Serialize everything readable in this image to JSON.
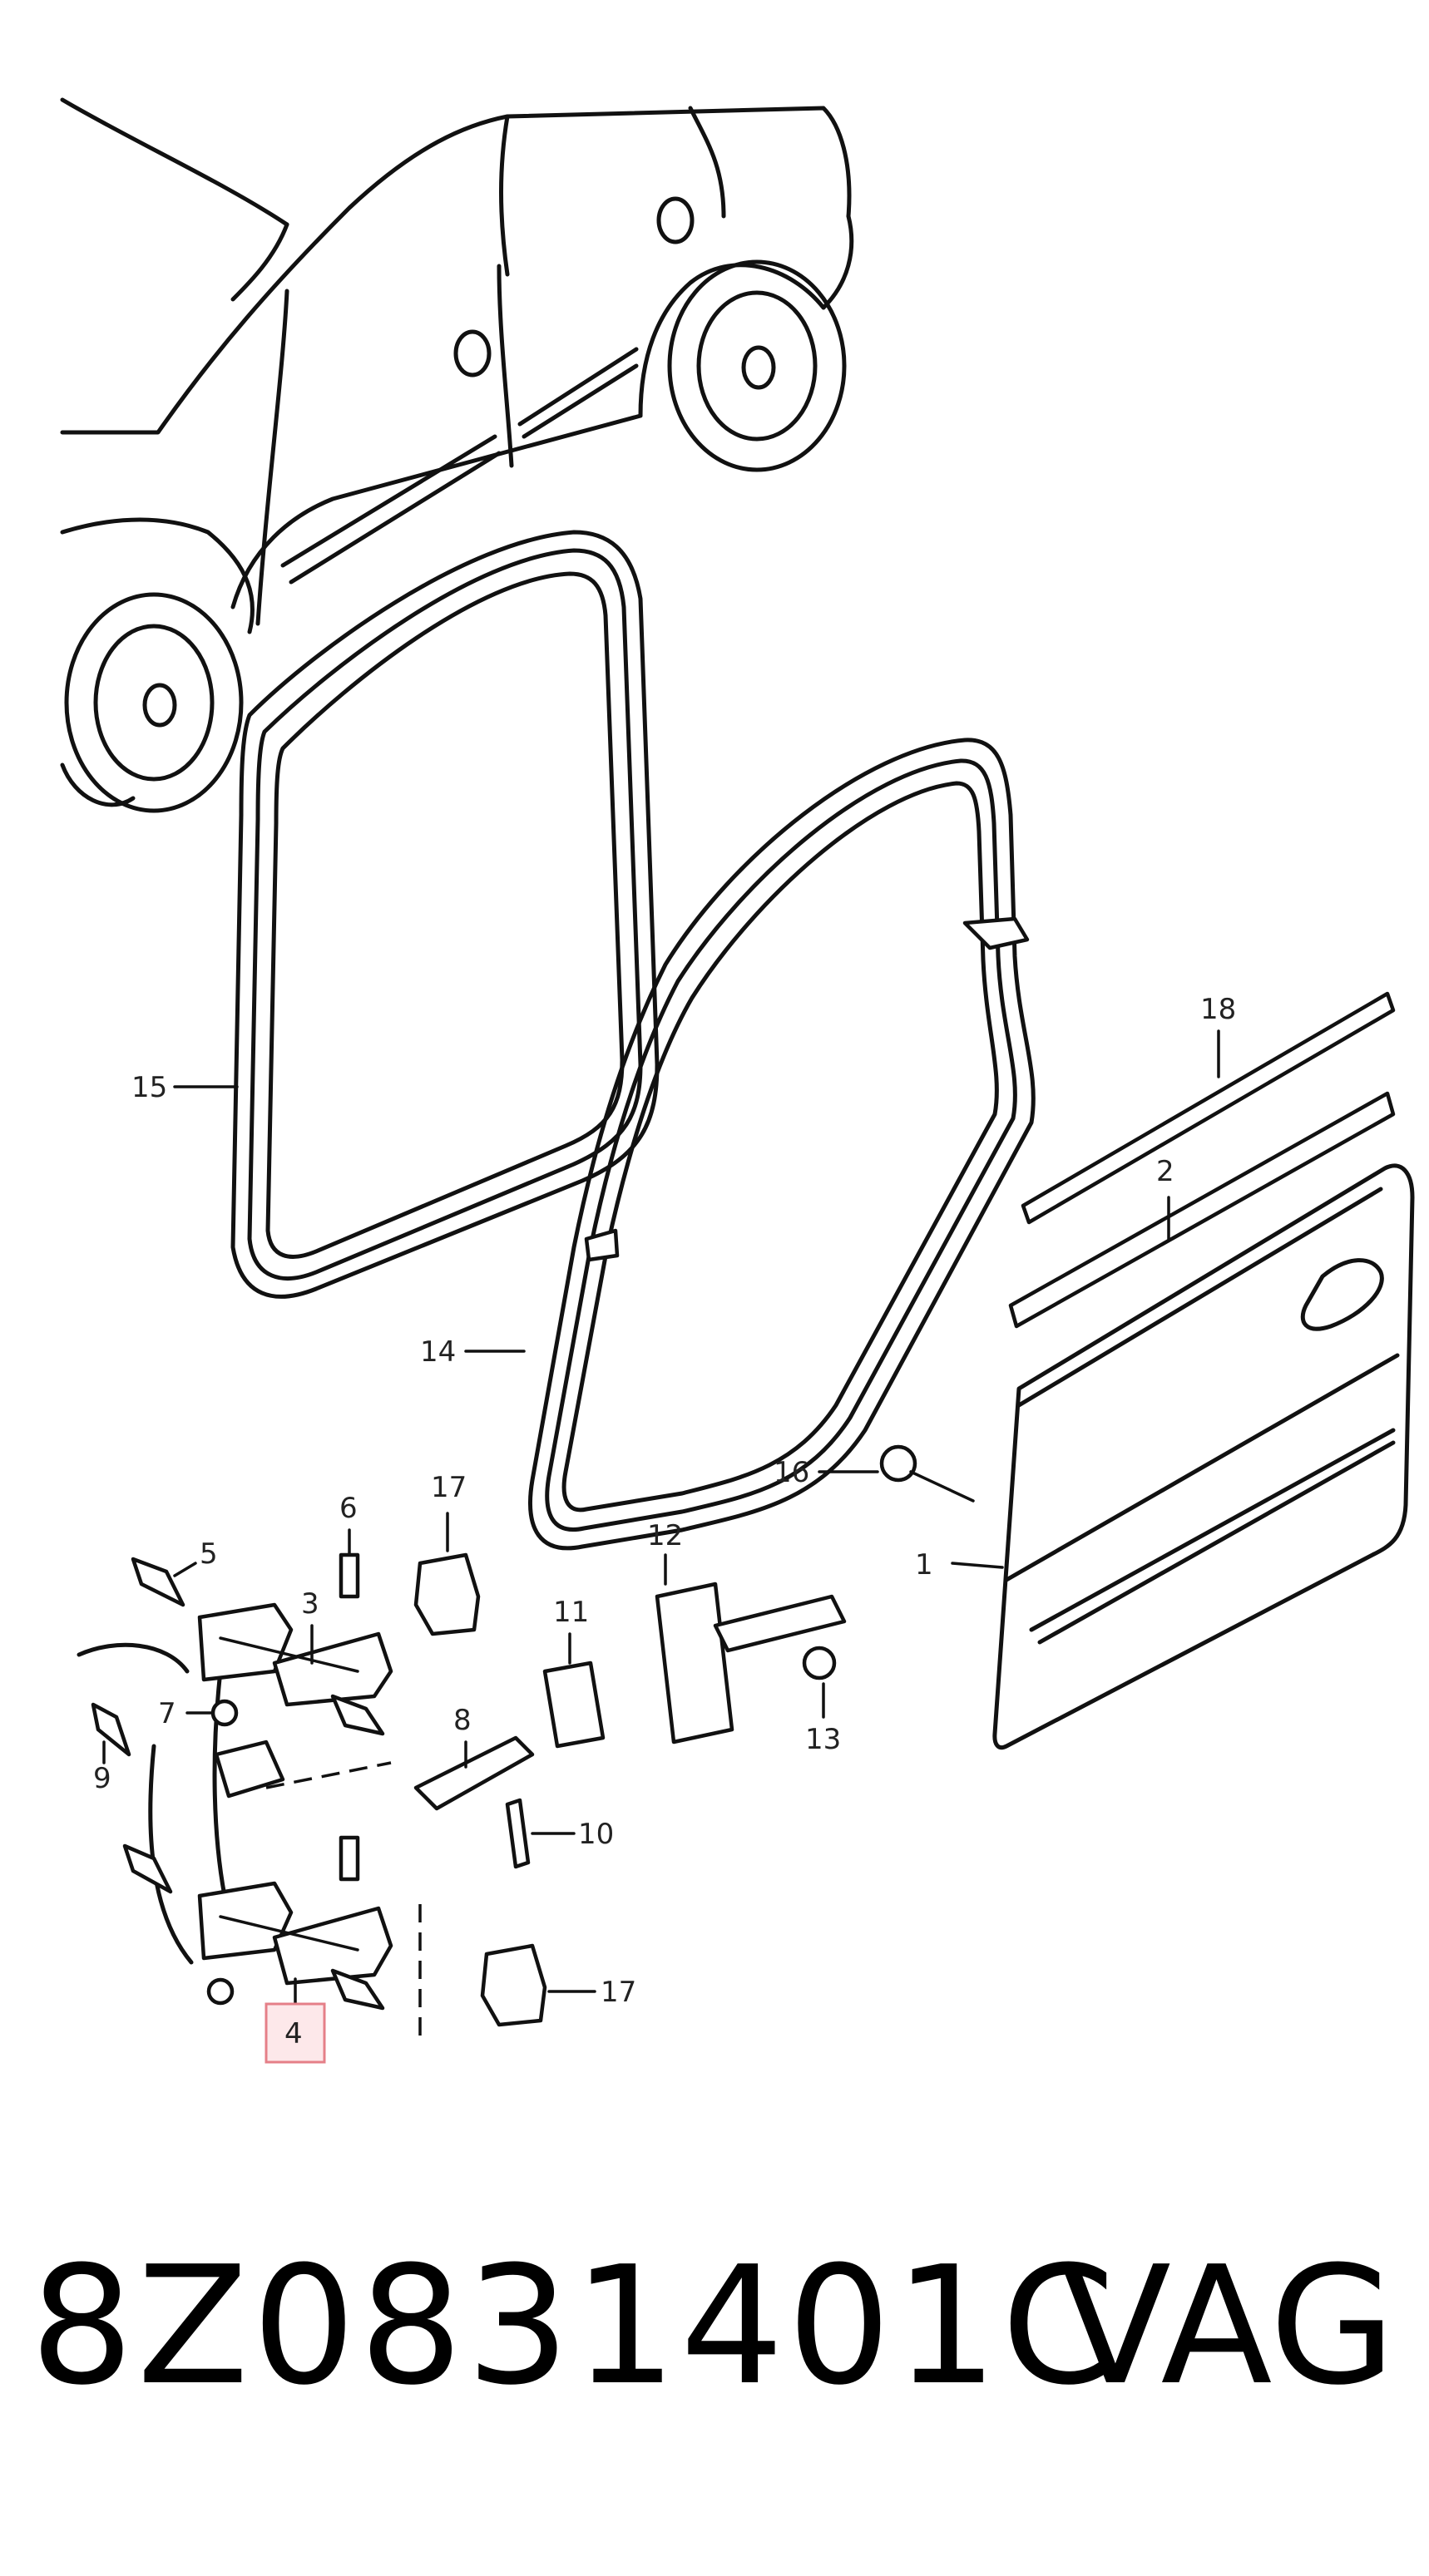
{
  "callouts": [
    {
      "id": "1",
      "text": "1"
    },
    {
      "id": "2",
      "text": "2"
    },
    {
      "id": "3",
      "text": "3"
    },
    {
      "id": "4",
      "text": "4",
      "highlighted": true
    },
    {
      "id": "5",
      "text": "5"
    },
    {
      "id": "6",
      "text": "6"
    },
    {
      "id": "7",
      "text": "7"
    },
    {
      "id": "8",
      "text": "8"
    },
    {
      "id": "9",
      "text": "9"
    },
    {
      "id": "10",
      "text": "10"
    },
    {
      "id": "11",
      "text": "11"
    },
    {
      "id": "12",
      "text": "12"
    },
    {
      "id": "13",
      "text": "13"
    },
    {
      "id": "14",
      "text": "14"
    },
    {
      "id": "15",
      "text": "15"
    },
    {
      "id": "16",
      "text": "16"
    },
    {
      "id": "17",
      "text": "17"
    },
    {
      "id": "18",
      "text": "18"
    }
  ],
  "footer": {
    "part_number": "8Z0831401C",
    "brand": "VAG"
  },
  "colors": {
    "line": "#111111",
    "highlight_fill": "#fde8ea",
    "highlight_stroke": "#e57f88"
  }
}
